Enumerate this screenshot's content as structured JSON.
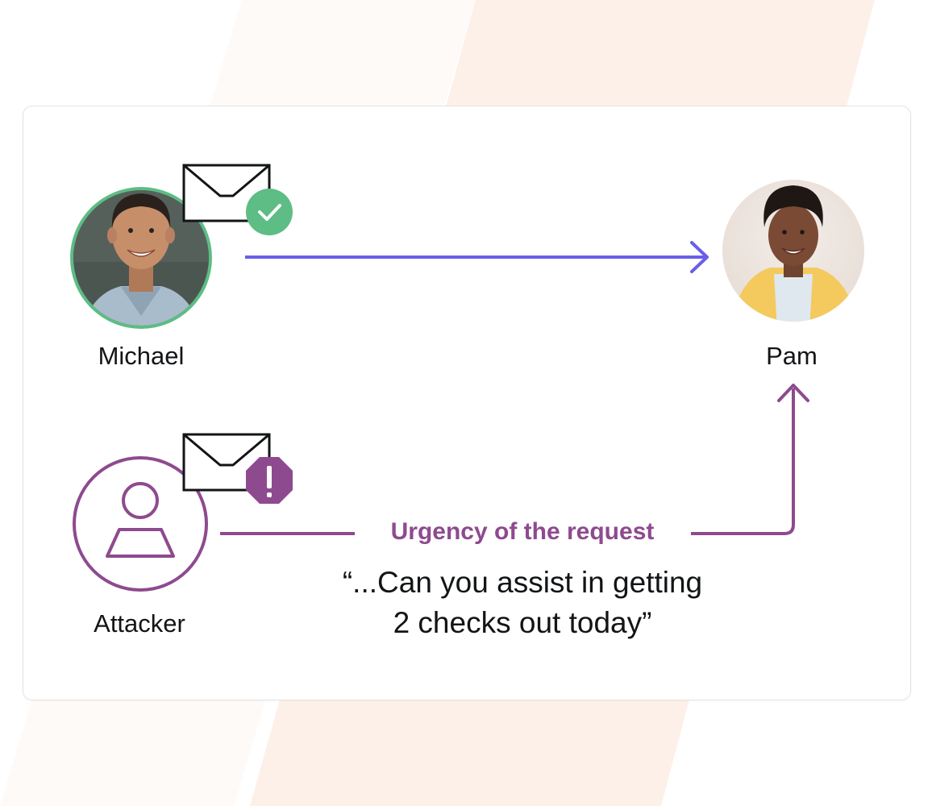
{
  "people": {
    "michael": {
      "name": "Michael"
    },
    "pam": {
      "name": "Pam"
    },
    "attacker": {
      "name": "Attacker"
    }
  },
  "flows": {
    "legitimate": {
      "status": "verified",
      "status_icon": "check-icon"
    },
    "malicious": {
      "status": "warning",
      "status_icon": "exclamation-icon",
      "label": "Urgency of the request"
    }
  },
  "quote": {
    "line1": "“...Can you assist in getting",
    "line2": "2 checks out today”"
  },
  "colors": {
    "legit_arrow": "#6a5ee8",
    "attack_accent": "#8e4a8f",
    "verified_green": "#5dbd85",
    "stripe": "#fdf0e9",
    "text": "#121416"
  }
}
